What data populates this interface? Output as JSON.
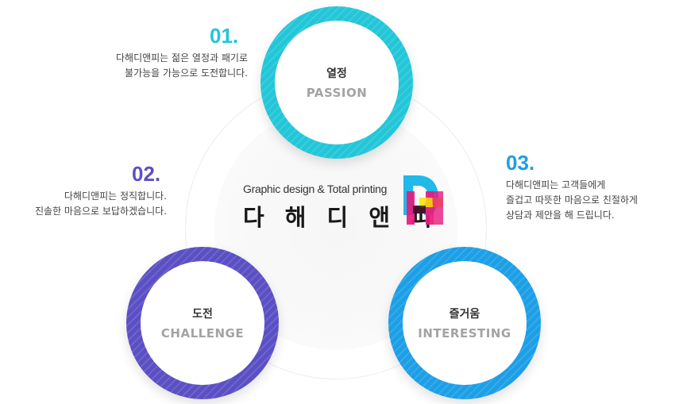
{
  "center": {
    "tagline": "Graphic design & Total printing",
    "company_name": "다 해 디 앤 피",
    "logo_icon": "dnp-logo-icon"
  },
  "items": [
    {
      "number": "01.",
      "title_kr": "열정",
      "title_en": "PASSION",
      "color": "#22c6d8",
      "desc_lines": [
        "다해디앤피는 젊은 열정과 패기로",
        "불가능을 가능으로 도전합니다."
      ]
    },
    {
      "number": "02.",
      "title_kr": "도전",
      "title_en": "CHALLENGE",
      "color": "#5b4fc4",
      "desc_lines": [
        "다해디앤피는 정직합니다.",
        "진솔한 마음으로 보답하겠습니다."
      ]
    },
    {
      "number": "03.",
      "title_kr": "즐거움",
      "title_en": "INTERESTING",
      "color": "#1c9fe6",
      "desc_lines": [
        "다해디앤피는 고객들에게",
        "즐겁고 따뜻한 마음으로 친절하게",
        "상담과 제안을 해 드립니다."
      ]
    }
  ]
}
